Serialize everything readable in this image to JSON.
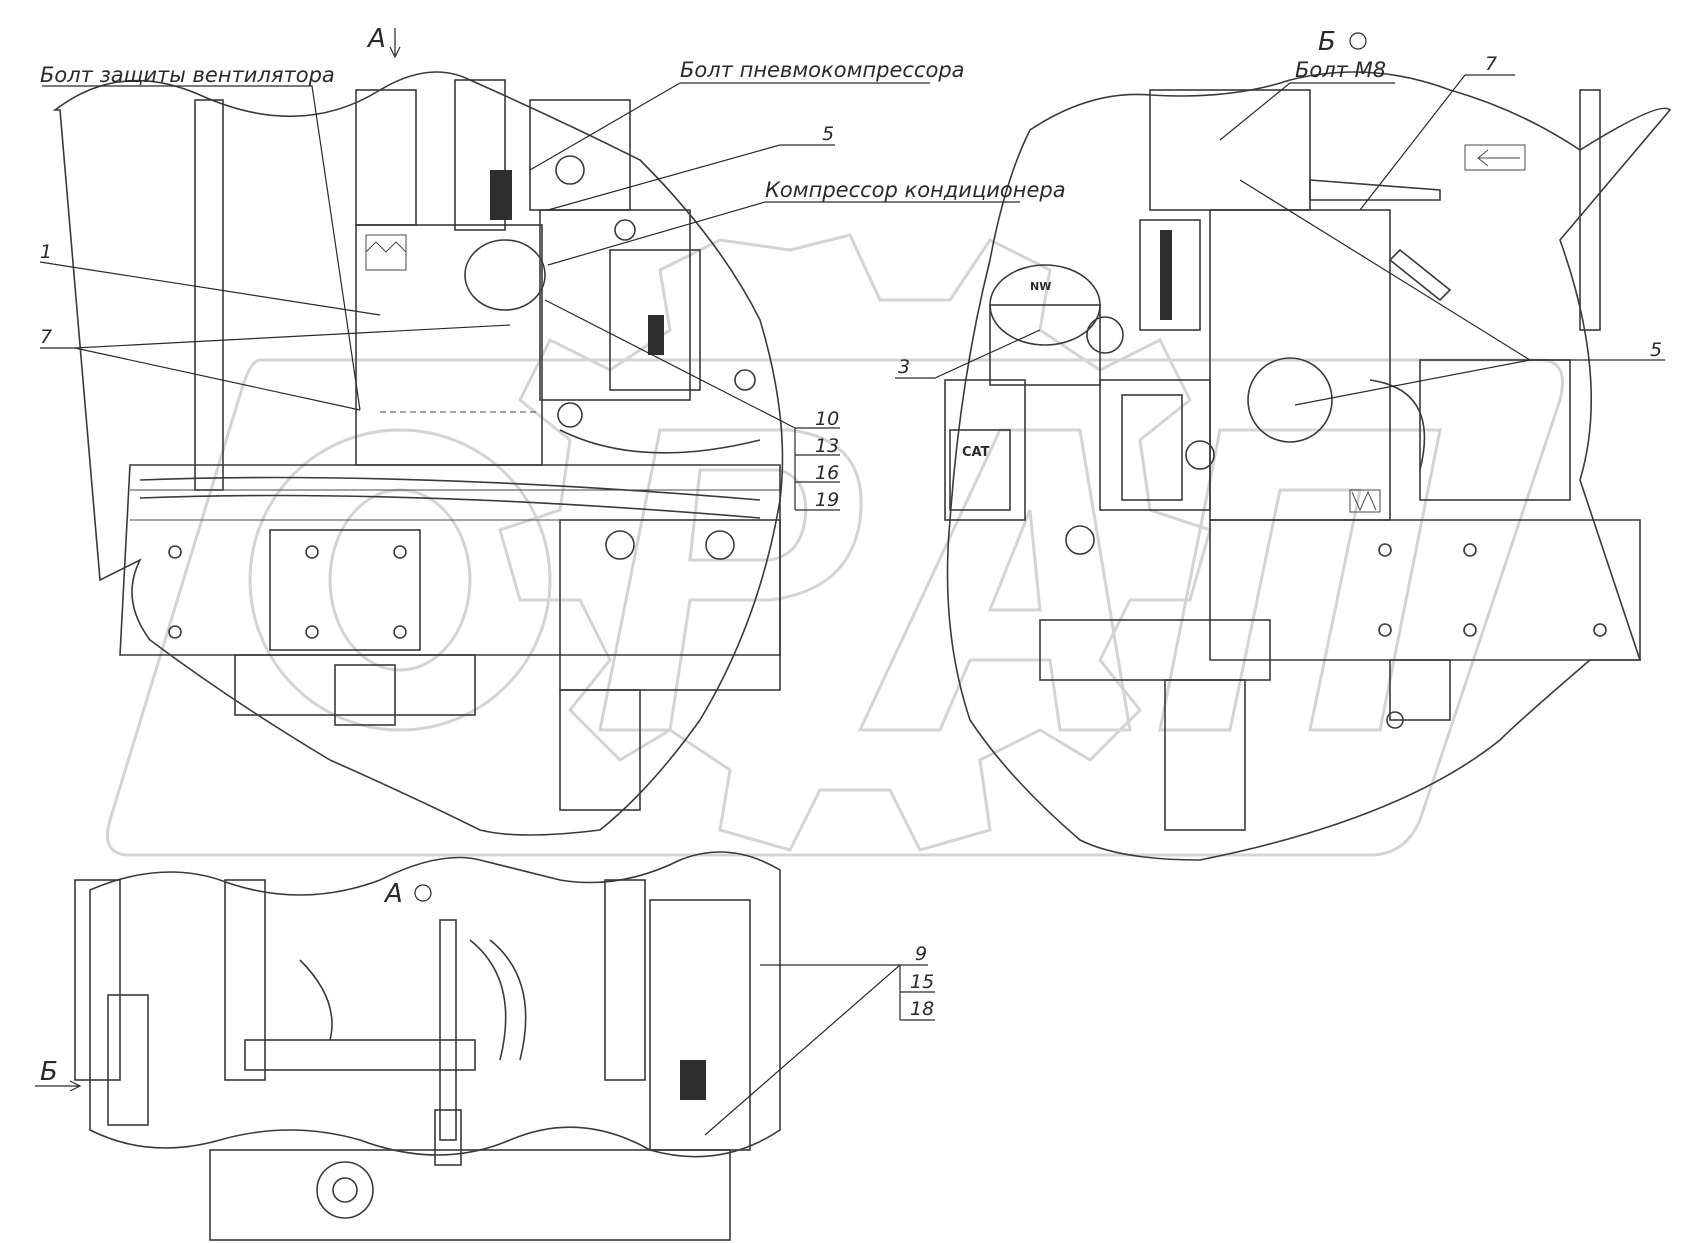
{
  "views": {
    "view_a_arrow": "А",
    "view_b": "Б",
    "view_a_bottom": "А",
    "arrow_b_left": "Б"
  },
  "labels": {
    "fan_guard_bolt": "Болт защиты вентилятора",
    "air_compressor_bolt": "Болт пневмокомпрессора",
    "ac_compressor": "Компрессор кондиционера",
    "bolt_m8": "Болт М8"
  },
  "callouts": {
    "left_1": "1",
    "left_7": "7",
    "left_5": "5",
    "left_10": "10",
    "left_13": "13",
    "left_16": "16",
    "left_19": "19",
    "right_7": "7",
    "right_5": "5",
    "right_3": "3",
    "bottom_9": "9",
    "bottom_15": "15",
    "bottom_18": "18"
  },
  "logo_text": {
    "cat": "CAT",
    "nw": "NW"
  },
  "watermark": "ОРАЛ",
  "colors": {
    "ink": "#3a3a3a",
    "watermark": "#d4d4d4",
    "background": "#ffffff"
  }
}
